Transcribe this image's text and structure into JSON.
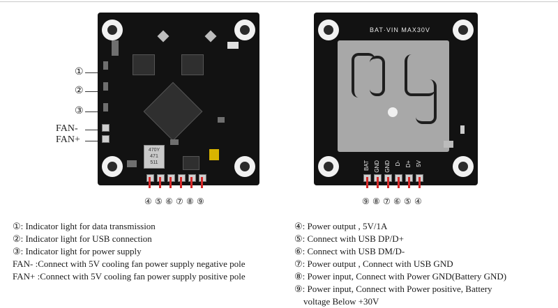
{
  "front_board": {
    "side_labels": [
      "①",
      "②",
      "③",
      "FAN-",
      "FAN+"
    ],
    "inductor_text": [
      "470Y",
      "471",
      "511"
    ],
    "pin_numbers": [
      "④",
      "⑤",
      "⑥",
      "⑦",
      "⑧",
      "⑨"
    ]
  },
  "back_board": {
    "silkscreen_top": "BAT·VIN  MAX30V",
    "pin_labels": [
      "BAT",
      "GND",
      "GND",
      "D-",
      "D+",
      "5V"
    ],
    "pin_numbers": [
      "⑨",
      "⑧",
      "⑦",
      "⑥",
      "⑤",
      "④"
    ]
  },
  "legend_left": [
    "①: Indicator light for data transmission",
    "②: Indicator light for USB connection",
    "③: Indicator light for power supply",
    "FAN-   :Connect with 5V cooling fan power supply negative pole",
    "FAN+ :Connect with 5V cooling fan power supply  positive pole"
  ],
  "legend_right": [
    "④: Power output ,   5V/1A",
    "⑤: Connect with USB DP/D+",
    "⑥: Connect with USB DM/D-",
    "⑦: Power output , Connect with USB  GND",
    "⑧: Power input, Connect with Power GND(Battery GND)",
    "⑨: Power input, Connect with Power positive, Battery",
    "    voltage Below +30V"
  ]
}
